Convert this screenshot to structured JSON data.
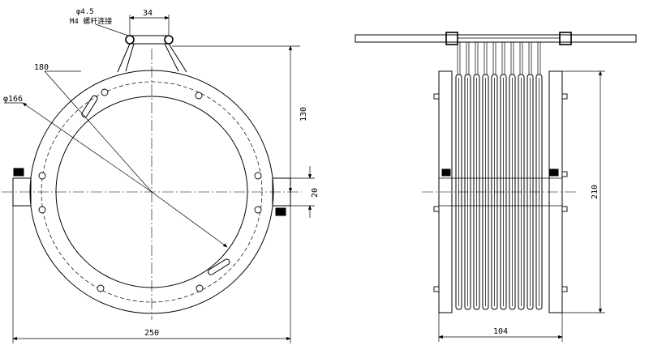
{
  "drawing": {
    "front_view": {
      "label_hole": "φ4.5",
      "label_thread": "M4 螺杆连接",
      "dim_top_spacing": "34",
      "dim_outer_radius": "180",
      "dim_inner_diameter": "φ166",
      "dim_height": "130",
      "dim_flange": "20",
      "dim_width": "250"
    },
    "side_view": {
      "dim_height": "210",
      "dim_width": "104"
    }
  }
}
